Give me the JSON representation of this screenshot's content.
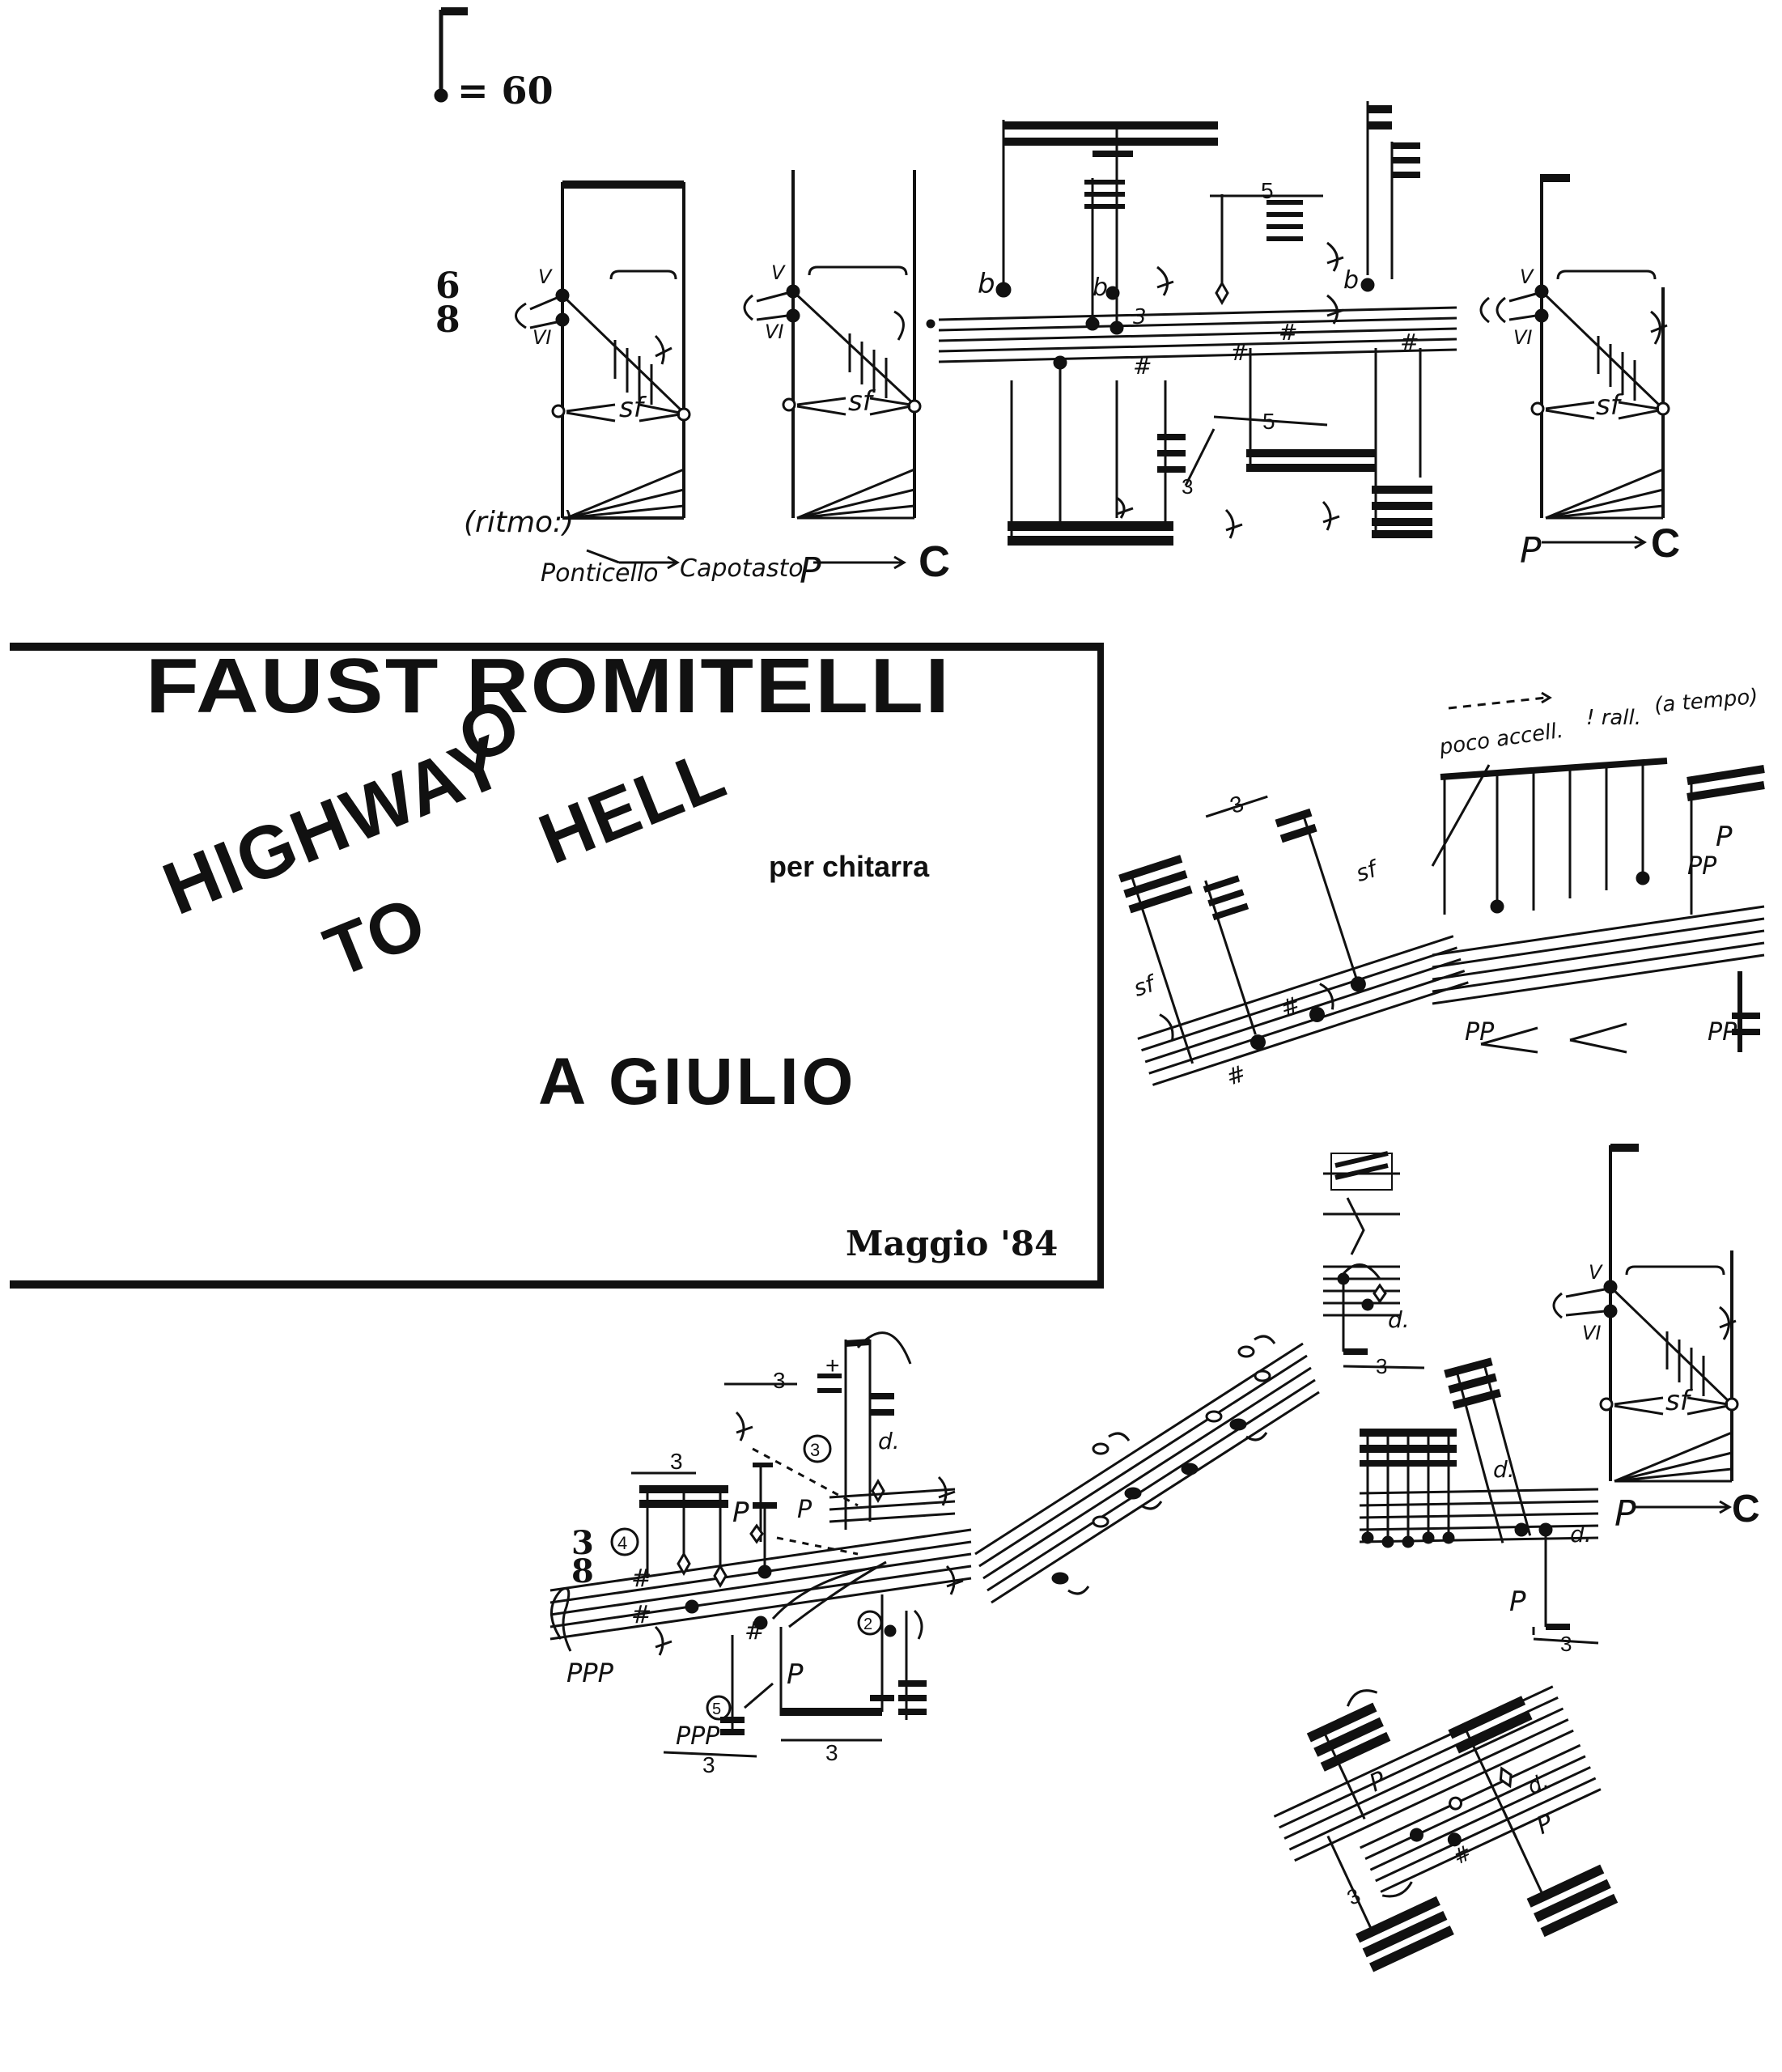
{
  "header": {
    "tempo": "= 60",
    "time_signature_top": "6",
    "time_signature_bottom": "8"
  },
  "title_block": {
    "composer": "FAUST ROMITELLI",
    "title_o": "O",
    "title_highway": "HIGHWAY",
    "title_to": "TO",
    "title_hell": "HELL",
    "instrument": "per chitarra",
    "dedication": "A GIULIO",
    "date": "Maggio '84"
  },
  "annotations": {
    "ritmo": "(ritmo:)",
    "ponticello": "Ponticello",
    "capotasto": "Capotasto",
    "p": "P",
    "c": "C",
    "string_v": "V",
    "string_vi": "VI",
    "sf": "sf",
    "tuplet_5": "5",
    "tuplet_3": "3",
    "poco_accell": "poco accell.",
    "rall": "! rall.",
    "a_tempo": "(a tempo)",
    "ppp": "PPP",
    "pp": "PP",
    "d": "d.",
    "circle_4": "4",
    "circle_3": "3",
    "circle_5": "5",
    "circle_2": "2",
    "time_sig2_top": "3",
    "time_sig2_bottom": "8",
    "flat": "b",
    "sharp": "#"
  }
}
